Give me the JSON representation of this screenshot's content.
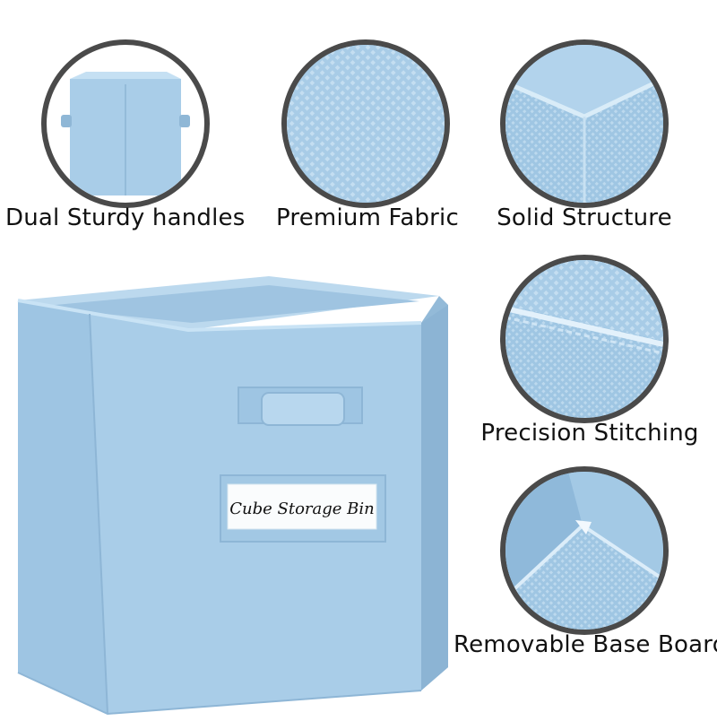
{
  "features": [
    {
      "id": "handles",
      "caption": "Dual Sturdy handles",
      "icon": "bin-handles-closeup"
    },
    {
      "id": "fabric",
      "caption": "Premium Fabric",
      "icon": "fabric-texture-closeup"
    },
    {
      "id": "structure",
      "caption": "Solid Structure",
      "icon": "corner-structure-closeup"
    },
    {
      "id": "stitching",
      "caption": "Precision Stitching",
      "icon": "stitching-closeup"
    },
    {
      "id": "base",
      "caption": "Removable Base Boards",
      "icon": "base-board-closeup"
    }
  ],
  "product": {
    "label": "Cube Storage Bin",
    "color": "#a9cde8"
  }
}
